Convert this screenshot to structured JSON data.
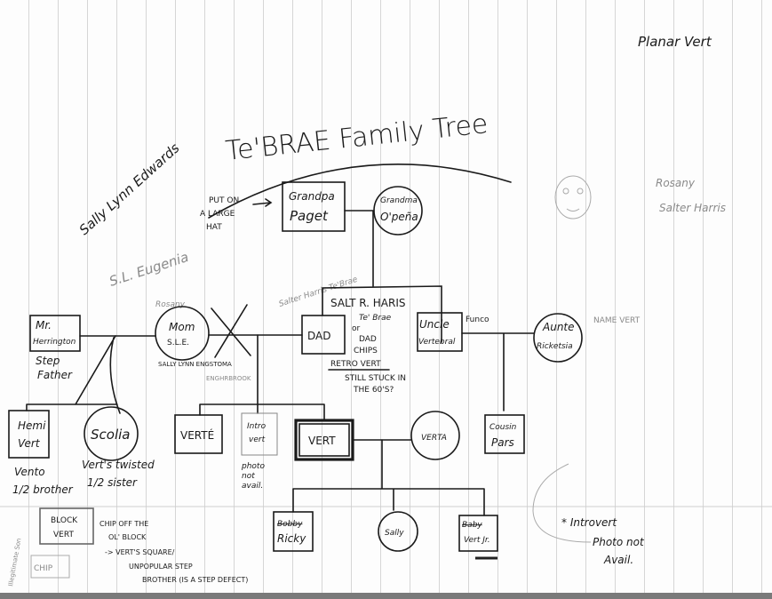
{
  "header": {
    "planar_vert": "Planar Vert",
    "title": "Te'BRAE Family Tree"
  },
  "notes": {
    "sally_lynn_edwards": "Sally Lynn Edwards",
    "sl_eugenia": "S.L. Eugenia",
    "hat_line1": "PUT ON",
    "hat_line2": "A LARGE",
    "hat_line3": "HAT",
    "salter_harris": "Salter Harris Te'Brae",
    "rosany_salter_1": "Rosany",
    "rosany_salter_2": "Salter Harris",
    "name_vert": "NAME VERT",
    "intro_note_1": "* Introvert",
    "intro_note_2": "Photo not",
    "intro_note_3": "Avail.",
    "illegitimate_son": "Illegitimate Son"
  },
  "people": {
    "grandpa_1": "Grandpa",
    "grandpa_2": "Paget",
    "grandma_1": "Grandma",
    "grandma_2": "O'peña",
    "mr_herrington_1": "Mr.",
    "mr_herrington_2": "Herrington",
    "step_father_1": "Step",
    "step_father_2": "Father",
    "mom_rosany": "Rosany",
    "mom_1": "Mom",
    "mom_2": "S.L.E.",
    "mom_sub_1": "SALLY LYNN ENGSTOMA",
    "mom_sub_2": "ENGHRBROOK",
    "dad": "DAD",
    "salt_1": "SALT R. HARIS",
    "salt_2": "Te' Brae",
    "salt_3": "or",
    "salt_4": "DAD",
    "salt_5": "CHIPS",
    "salt_6": "RETRO VERT",
    "salt_7": "STILL STUCK IN",
    "salt_8": "THE 60'S?",
    "uncle_1": "Uncle",
    "uncle_2": "Vertebral",
    "uncle_funco": "Funco",
    "aunte_1": "Aunte",
    "aunte_2": "Ricketsia",
    "hemi_1": "Hemi",
    "hemi_2": "Vert",
    "hemi_note_1": "Vento",
    "hemi_note_2": "1/2 brother",
    "scolia": "Scolia",
    "scolia_note_1": "Vert's twisted",
    "scolia_note_2": "1/2 sister",
    "verte": "VERTÉ",
    "intro_1": "Intro",
    "intro_2": "vert",
    "intro_note_1": "photo",
    "intro_note_2": "not",
    "intro_note_3": "avail.",
    "vert": "VERT",
    "verta": "VERTA",
    "cousin_1": "Cousin",
    "cousin_2": "Pars",
    "bobby": "Bobby",
    "ricky": "Ricky",
    "sally": "Sally",
    "baby": "Baby",
    "vert_jr": "Vert Jr.",
    "block_1": "BLOCK",
    "block_2": "VERT",
    "block_note_1": "CHIP OFF THE",
    "block_note_2": "OL' BLOCK",
    "block_note_3": "-> VERT'S SQUARE/",
    "block_note_4": "UNPOPULAR STEP",
    "block_note_5": "BROTHER (IS A STEP DEFECT)",
    "chip": "CHIP"
  }
}
